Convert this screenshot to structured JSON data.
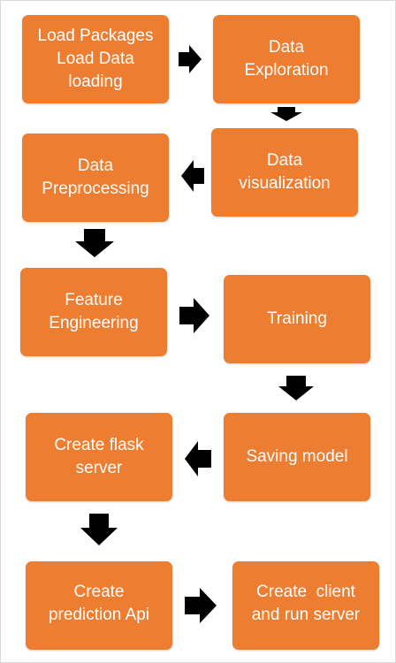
{
  "steps": [
    {
      "lines": [
        "Load Packages",
        "Load Data",
        "loading"
      ]
    },
    {
      "lines": [
        "Data",
        "Exploration"
      ]
    },
    {
      "lines": [
        "Data",
        "visualization"
      ]
    },
    {
      "lines": [
        "Data",
        "Preprocessing"
      ]
    },
    {
      "lines": [
        "Feature",
        "Engineering"
      ]
    },
    {
      "lines": [
        "Training"
      ]
    },
    {
      "lines": [
        "Saving model"
      ]
    },
    {
      "lines": [
        "Create flask",
        "server"
      ]
    },
    {
      "lines": [
        "Create",
        "prediction Api"
      ]
    },
    {
      "lines": [
        "Create  client",
        "and run server"
      ]
    }
  ],
  "colors": {
    "box": "#ed7d31",
    "text": "#ffffff",
    "arrow": "#000000"
  }
}
